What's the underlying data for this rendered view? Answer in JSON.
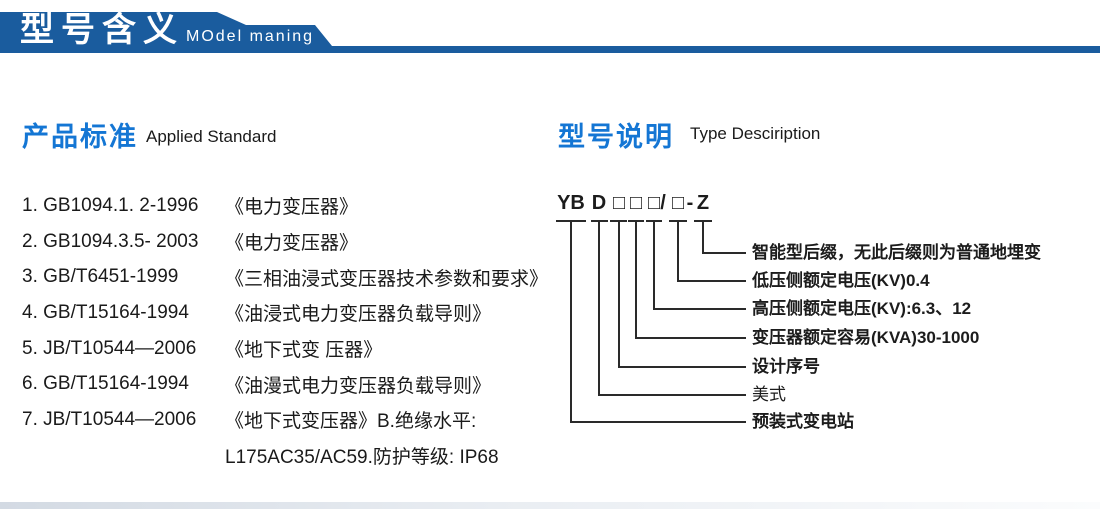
{
  "header": {
    "title_cn": "型号含义",
    "title_en": "MOdel maning"
  },
  "sections": {
    "left": {
      "heading_cn": "产品标准",
      "heading_en": "Applied Standard"
    },
    "right": {
      "heading_cn": "型号说明",
      "heading_en": "Type Desciription"
    }
  },
  "standards": [
    {
      "code": "1. GB1094.1. 2-1996",
      "title": "《电力变压器》"
    },
    {
      "code": "2. GB1094.3.5- 2003",
      "title": "《电力变压器》"
    },
    {
      "code": "3. GB/T6451-1999",
      "title": "《三相油浸式变压器技术参数和要求》"
    },
    {
      "code": "4. GB/T15164-1994",
      "title": "《油浸式电力变压器负载导则》"
    },
    {
      "code": "5. JB/T10544—2006",
      "title": "《地下式变 压器》"
    },
    {
      "code": "6. GB/T15164-1994",
      "title": "《油漫式电力变压器负载导则》"
    },
    {
      "code": "7. JB/T10544—2006",
      "title": "《地下式变压器》B.绝缘水平:"
    }
  ],
  "standards_continuation": "L175AC35/AC59.防护等级: IP68",
  "model": {
    "parts": [
      "YB",
      "D",
      "□",
      "□",
      "□",
      "/",
      "□",
      "-",
      "Z"
    ],
    "labels": [
      "智能型后缀，无此后缀则为普通地埋变",
      "低压侧额定电压(KV)0.4",
      "高压侧额定电压(KV):6.3、12",
      "变压器额定容易(KVA)30-1000",
      "设计序号",
      "美式",
      "预装式变电站"
    ]
  },
  "colors": {
    "header_blue": "#1a5c9e",
    "heading_blue": "#1476d4",
    "text_dark": "#1a1a1a",
    "line_dark": "#2a2a2a"
  }
}
